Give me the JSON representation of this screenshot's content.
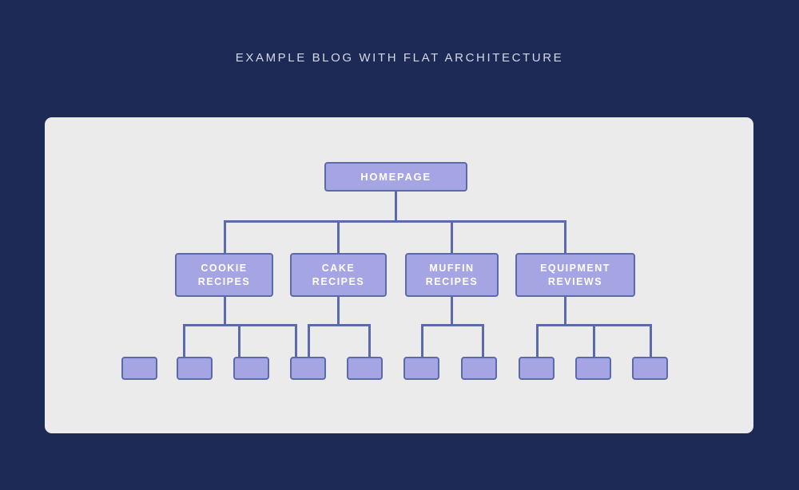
{
  "page": {
    "background_color": "#1c2a55",
    "title": "EXAMPLE BLOG WITH FLAT ARCHITECTURE",
    "title_color": "#d3d8e8"
  },
  "panel": {
    "background_color": "#ebebeb"
  },
  "diagram": {
    "type": "tree",
    "node_fill": "#a5a5e4",
    "node_border": "#5b6aab",
    "node_text_color": "#ffffff",
    "connector_color": "#5b6aab",
    "levels": 3,
    "root": {
      "label": "HOMEPAGE"
    },
    "categories": [
      {
        "label": "COOKIE\nRECIPES",
        "leaf_count": 3
      },
      {
        "label": "CAKE\nRECIPES",
        "leaf_count": 2
      },
      {
        "label": "MUFFIN\nRECIPES",
        "leaf_count": 2
      },
      {
        "label": "EQUIPMENT\nREVIEWS",
        "leaf_count": 3
      }
    ],
    "leaves": [
      {
        "label": ""
      },
      {
        "label": ""
      },
      {
        "label": ""
      },
      {
        "label": ""
      },
      {
        "label": ""
      },
      {
        "label": ""
      },
      {
        "label": ""
      },
      {
        "label": ""
      },
      {
        "label": ""
      },
      {
        "label": ""
      }
    ]
  }
}
